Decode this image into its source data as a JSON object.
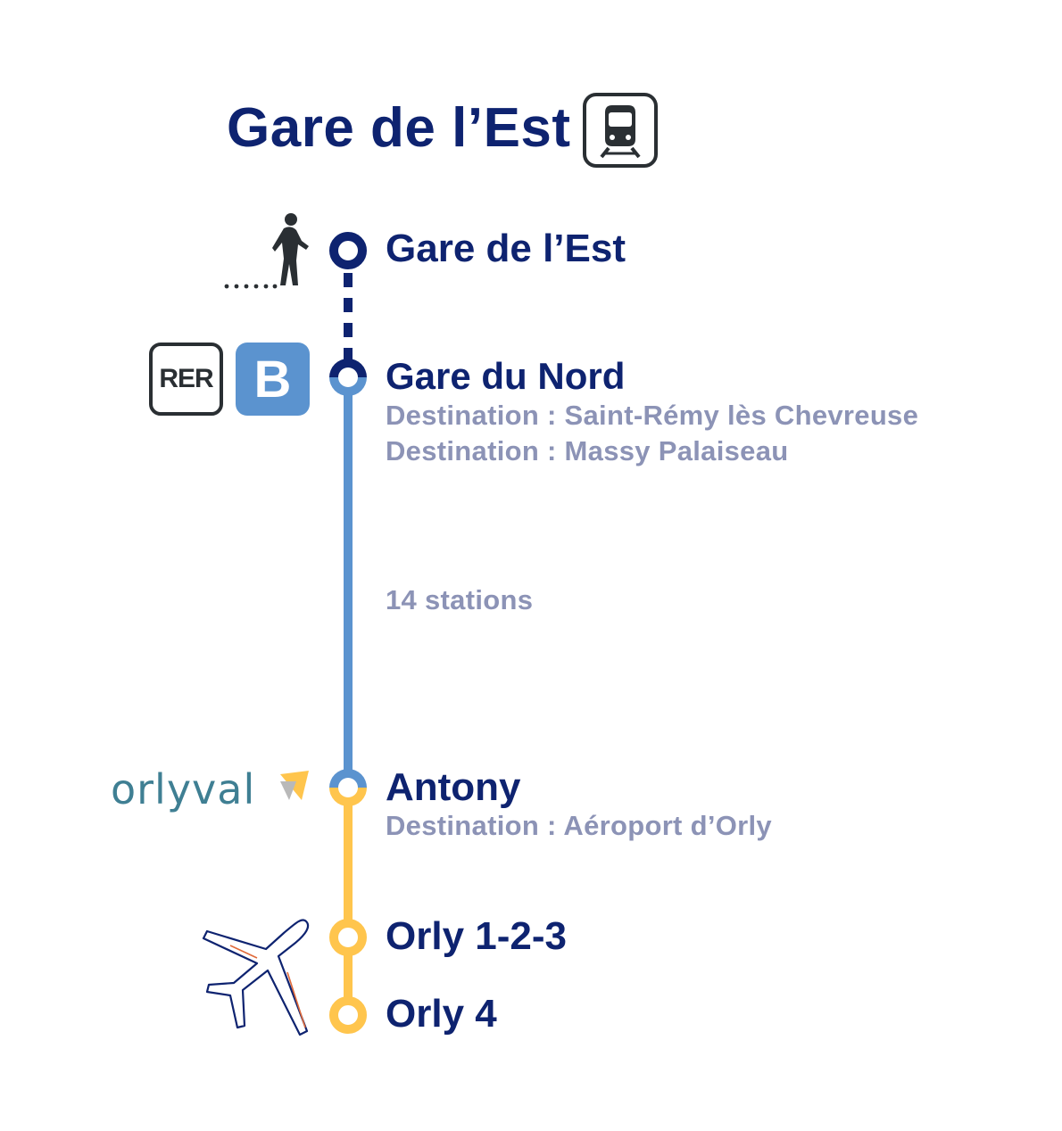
{
  "header": {
    "title": "Gare de l’Est",
    "icon": "train-icon"
  },
  "route": [
    {
      "id": "gare-de-lest",
      "name": "Gare de l’Est",
      "icon": "walking-person-icon"
    },
    {
      "id": "gare-du-nord",
      "name": "Gare du Nord",
      "line_badges": [
        "RER",
        "B"
      ],
      "destinations": [
        "Destination : Saint-Rémy lès Chevreuse",
        "Destination : Massy Palaiseau"
      ]
    },
    {
      "id": "segment-rer-b",
      "note": "14 stations"
    },
    {
      "id": "antony",
      "name": "Antony",
      "logo": "orlyval",
      "destinations": [
        "Destination : Aéroport d’Orly"
      ]
    },
    {
      "id": "orly-123",
      "name": "Orly 1-2-3",
      "icon": "airplane-icon"
    },
    {
      "id": "orly-4",
      "name": "Orly 4"
    }
  ],
  "colors": {
    "navy": "#0e2370",
    "rer_b": "#5b93cf",
    "orlyval": "#ffc54d",
    "muted_text": "#8c93b6"
  }
}
